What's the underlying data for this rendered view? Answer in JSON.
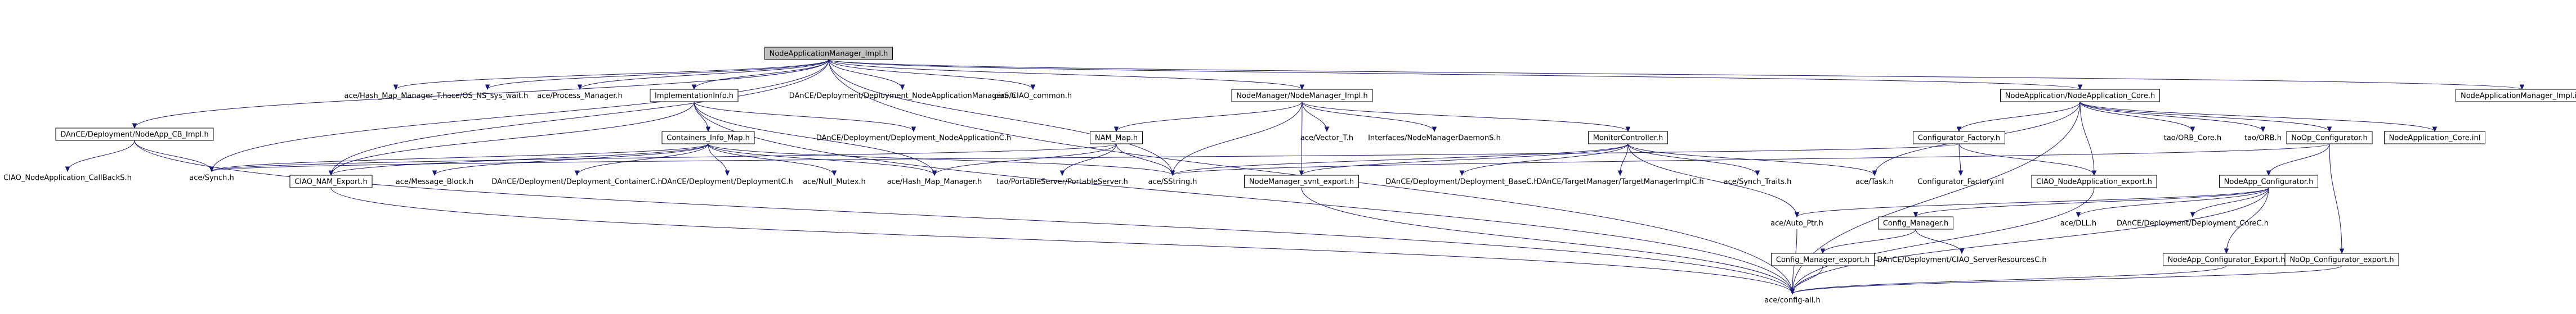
{
  "diagram": {
    "type": "include-dependency-graph",
    "colors": {
      "root_fill": "#bfbfbf",
      "boxed_fill": "#ffffff",
      "edge": "#191970",
      "text": "#000000"
    },
    "nodes": [
      {
        "id": "root",
        "label": "NodeApplicationManager_Impl.h",
        "style": "root"
      },
      {
        "id": "hash_map_T",
        "label": "ace/Hash_Map_Manager_T.h",
        "style": "plain"
      },
      {
        "id": "os_ns",
        "label": "ace/OS_NS_sys_wait.h",
        "style": "plain"
      },
      {
        "id": "process_mgr",
        "label": "ace/Process_Manager.h",
        "style": "plain"
      },
      {
        "id": "impl_info",
        "label": "ImplementationInfo.h",
        "style": "boxed"
      },
      {
        "id": "dd_nam_s",
        "label": "DAnCE/Deployment/Deployment_NodeApplicationManagerS.h",
        "style": "plain"
      },
      {
        "id": "ciao_common",
        "label": "ciao/CIAO_common.h",
        "style": "plain"
      },
      {
        "id": "nm_impl",
        "label": "NodeManager/NodeManager_Impl.h",
        "style": "boxed"
      },
      {
        "id": "na_core",
        "label": "NodeApplication/NodeApplication_Core.h",
        "style": "boxed"
      },
      {
        "id": "nam_impl_inl",
        "label": "NodeApplicationManager_Impl.inl",
        "style": "boxed"
      },
      {
        "id": "nodeapp_cb",
        "label": "DAnCE/Deployment/NodeApp_CB_Impl.h",
        "style": "boxed"
      },
      {
        "id": "dd_na_c",
        "label": "DAnCE/Deployment/Deployment_NodeApplicationC.h",
        "style": "plain"
      },
      {
        "id": "containers_map",
        "label": "Containers_Info_Map.h",
        "style": "boxed"
      },
      {
        "id": "nam_map",
        "label": "NAM_Map.h",
        "style": "boxed"
      },
      {
        "id": "vector_t",
        "label": "ace/Vector_T.h",
        "style": "plain"
      },
      {
        "id": "nm_daemon",
        "label": "Interfaces/NodeManagerDaemonS.h",
        "style": "plain"
      },
      {
        "id": "monitor_ctrl",
        "label": "MonitorController.h",
        "style": "boxed"
      },
      {
        "id": "config_factory",
        "label": "Configurator_Factory.h",
        "style": "boxed"
      },
      {
        "id": "tao_orb_core",
        "label": "tao/ORB_Core.h",
        "style": "plain"
      },
      {
        "id": "tao_orb",
        "label": "tao/ORB.h",
        "style": "plain"
      },
      {
        "id": "noop_config",
        "label": "NoOp_Configurator.h",
        "style": "boxed"
      },
      {
        "id": "na_core_inl",
        "label": "NodeApplication_Core.inl",
        "style": "boxed"
      },
      {
        "id": "ciao_na_cbs",
        "label": "CIAO_NodeApplication_CallBackS.h",
        "style": "plain"
      },
      {
        "id": "ace_synch",
        "label": "ace/Synch.h",
        "style": "plain"
      },
      {
        "id": "ciao_nam_export",
        "label": "CIAO_NAM_Export.h",
        "style": "boxed"
      },
      {
        "id": "message_block",
        "label": "ace/Message_Block.h",
        "style": "plain"
      },
      {
        "id": "dd_container_c",
        "label": "DAnCE/Deployment/Deployment_ContainerC.h",
        "style": "plain"
      },
      {
        "id": "dd_deployment_c",
        "label": "DAnCE/Deployment/DeploymentC.h",
        "style": "plain"
      },
      {
        "id": "null_mutex",
        "label": "ace/Null_Mutex.h",
        "style": "plain"
      },
      {
        "id": "hash_map",
        "label": "ace/Hash_Map_Manager.h",
        "style": "plain"
      },
      {
        "id": "portable_server",
        "label": "tao/PortableServer/PortableServer.h",
        "style": "plain"
      },
      {
        "id": "sstring",
        "label": "ace/SString.h",
        "style": "plain"
      },
      {
        "id": "nm_svnt_export",
        "label": "NodeManager_svnt_export.h",
        "style": "boxed"
      },
      {
        "id": "dd_base_c",
        "label": "DAnCE/Deployment/Deployment_BaseC.h",
        "style": "plain"
      },
      {
        "id": "target_mgr",
        "label": "DAnCE/TargetManager/TargetManagerImplC.h",
        "style": "plain"
      },
      {
        "id": "synch_traits",
        "label": "ace/Synch_Traits.h",
        "style": "plain"
      },
      {
        "id": "ace_task",
        "label": "ace/Task.h",
        "style": "plain"
      },
      {
        "id": "config_factory_inl",
        "label": "Configurator_Factory.inl",
        "style": "plain"
      },
      {
        "id": "ciao_na_export",
        "label": "CIAO_NodeApplication_export.h",
        "style": "boxed"
      },
      {
        "id": "nodeapp_config",
        "label": "NodeApp_Configurator.h",
        "style": "boxed"
      },
      {
        "id": "auto_ptr",
        "label": "ace/Auto_Ptr.h",
        "style": "plain"
      },
      {
        "id": "config_manager",
        "label": "Config_Manager.h",
        "style": "boxed"
      },
      {
        "id": "ace_dll",
        "label": "ace/DLL.h",
        "style": "plain"
      },
      {
        "id": "dd_core_c",
        "label": "DAnCE/Deployment/Deployment_CoreC.h",
        "style": "plain"
      },
      {
        "id": "config_mgr_export",
        "label": "Config_Manager_export.h",
        "style": "boxed"
      },
      {
        "id": "ciao_server_res",
        "label": "DAnCE/Deployment/CIAO_ServerResourcesC.h",
        "style": "plain"
      },
      {
        "id": "nodeapp_config_export",
        "label": "NodeApp_Configurator_Export.h",
        "style": "boxed"
      },
      {
        "id": "noop_config_export",
        "label": "NoOp_Configurator_export.h",
        "style": "boxed"
      },
      {
        "id": "config_all",
        "label": "ace/config-all.h",
        "style": "plain"
      }
    ],
    "edges": [
      [
        "root",
        "hash_map_T"
      ],
      [
        "root",
        "os_ns"
      ],
      [
        "root",
        "process_mgr"
      ],
      [
        "root",
        "impl_info"
      ],
      [
        "root",
        "dd_nam_s"
      ],
      [
        "root",
        "ciao_common"
      ],
      [
        "root",
        "nm_impl"
      ],
      [
        "root",
        "na_core"
      ],
      [
        "root",
        "nam_impl_inl"
      ],
      [
        "root",
        "nodeapp_cb"
      ],
      [
        "root",
        "ace_synch"
      ],
      [
        "root",
        "ciao_nam_export"
      ],
      [
        "root",
        "sstring"
      ],
      [
        "root",
        "config_all"
      ],
      [
        "nodeapp_cb",
        "ciao_na_cbs"
      ],
      [
        "nodeapp_cb",
        "ace_synch"
      ],
      [
        "nodeapp_cb",
        "config_all"
      ],
      [
        "impl_info",
        "dd_na_c"
      ],
      [
        "impl_info",
        "containers_map"
      ],
      [
        "impl_info",
        "ciao_nam_export"
      ],
      [
        "impl_info",
        "hash_map"
      ],
      [
        "impl_info",
        "config_all"
      ],
      [
        "containers_map",
        "ciao_nam_export"
      ],
      [
        "containers_map",
        "message_block"
      ],
      [
        "containers_map",
        "dd_container_c"
      ],
      [
        "containers_map",
        "dd_deployment_c"
      ],
      [
        "containers_map",
        "null_mutex"
      ],
      [
        "containers_map",
        "hash_map"
      ],
      [
        "containers_map",
        "sstring"
      ],
      [
        "containers_map",
        "ace_synch"
      ],
      [
        "nm_impl",
        "nam_map"
      ],
      [
        "nm_impl",
        "vector_t"
      ],
      [
        "nm_impl",
        "nm_daemon"
      ],
      [
        "nm_impl",
        "monitor_ctrl"
      ],
      [
        "nm_impl",
        "nm_svnt_export"
      ],
      [
        "nm_impl",
        "sstring"
      ],
      [
        "nam_map",
        "hash_map"
      ],
      [
        "nam_map",
        "portable_server"
      ],
      [
        "nam_map",
        "sstring"
      ],
      [
        "nam_map",
        "ace_synch"
      ],
      [
        "monitor_ctrl",
        "nm_svnt_export"
      ],
      [
        "monitor_ctrl",
        "dd_base_c"
      ],
      [
        "monitor_ctrl",
        "target_mgr"
      ],
      [
        "monitor_ctrl",
        "synch_traits"
      ],
      [
        "monitor_ctrl",
        "ace_task"
      ],
      [
        "monitor_ctrl",
        "auto_ptr"
      ],
      [
        "monitor_ctrl",
        "sstring"
      ],
      [
        "na_core",
        "config_factory"
      ],
      [
        "na_core",
        "tao_orb_core"
      ],
      [
        "na_core",
        "tao_orb"
      ],
      [
        "na_core",
        "noop_config"
      ],
      [
        "na_core",
        "na_core_inl"
      ],
      [
        "na_core",
        "ace_task"
      ],
      [
        "na_core",
        "ciao_na_export"
      ],
      [
        "na_core",
        "config_all"
      ],
      [
        "config_factory",
        "config_factory_inl"
      ],
      [
        "config_factory",
        "ciao_na_export"
      ],
      [
        "config_factory",
        "ace_synch"
      ],
      [
        "noop_config",
        "nodeapp_config"
      ],
      [
        "noop_config",
        "noop_config_export"
      ],
      [
        "noop_config",
        "sstring"
      ],
      [
        "nodeapp_config",
        "auto_ptr"
      ],
      [
        "nodeapp_config",
        "config_manager"
      ],
      [
        "nodeapp_config",
        "ace_dll"
      ],
      [
        "nodeapp_config",
        "dd_core_c"
      ],
      [
        "nodeapp_config",
        "nodeapp_config_export"
      ],
      [
        "nodeapp_config",
        "config_all"
      ],
      [
        "config_manager",
        "config_mgr_export"
      ],
      [
        "config_manager",
        "ciao_server_res"
      ],
      [
        "ciao_na_export",
        "config_all"
      ],
      [
        "ciao_nam_export",
        "config_all"
      ],
      [
        "nm_svnt_export",
        "config_all"
      ],
      [
        "config_mgr_export",
        "config_all"
      ],
      [
        "nodeapp_config_export",
        "config_all"
      ],
      [
        "noop_config_export",
        "config_all"
      ],
      [
        "auto_ptr",
        "config_all"
      ]
    ]
  }
}
